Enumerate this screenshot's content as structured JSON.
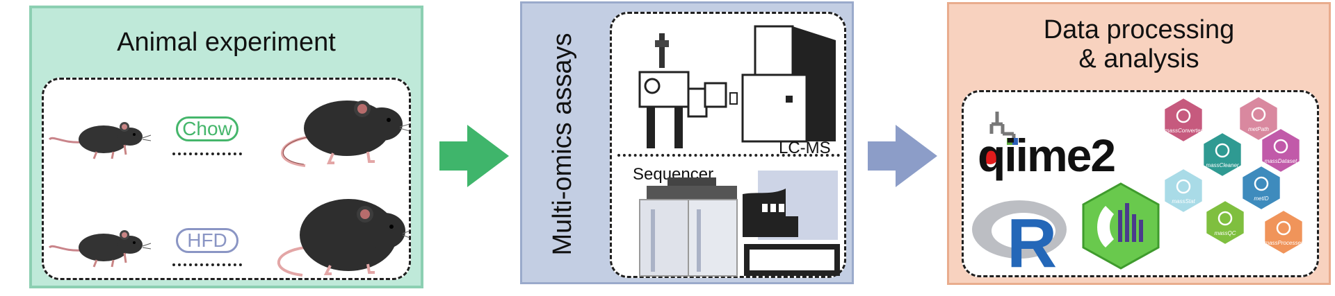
{
  "panels": {
    "animal": {
      "title": "Animal experiment",
      "groups": [
        {
          "label": "Chow"
        },
        {
          "label": "HFD"
        }
      ]
    },
    "assays": {
      "title": "Multi-omics assays",
      "instruments": [
        {
          "label": "LC-MS"
        },
        {
          "label": "Sequencer"
        }
      ]
    },
    "processing": {
      "title_line1": "Data processing",
      "title_line2": "& analysis",
      "tools": {
        "qiime": "qiime2",
        "r": "R",
        "hexes": [
          {
            "label": "massConverter",
            "color": "#c65a7e"
          },
          {
            "label": "metPath",
            "color": "#d9889f"
          },
          {
            "label": "massCleaner",
            "color": "#2f9a92"
          },
          {
            "label": "massDataset",
            "color": "#c15aa9"
          },
          {
            "label": "massStat",
            "color": "#a9dbe7"
          },
          {
            "label": "metID",
            "color": "#3e8bbd"
          },
          {
            "label": "massQC",
            "color": "#7fbf3f"
          },
          {
            "label": "massProcesser",
            "color": "#f0945a"
          }
        ]
      }
    }
  },
  "colors": {
    "arrow1": "#3fb56b",
    "arrow2": "#8c9dc8"
  }
}
